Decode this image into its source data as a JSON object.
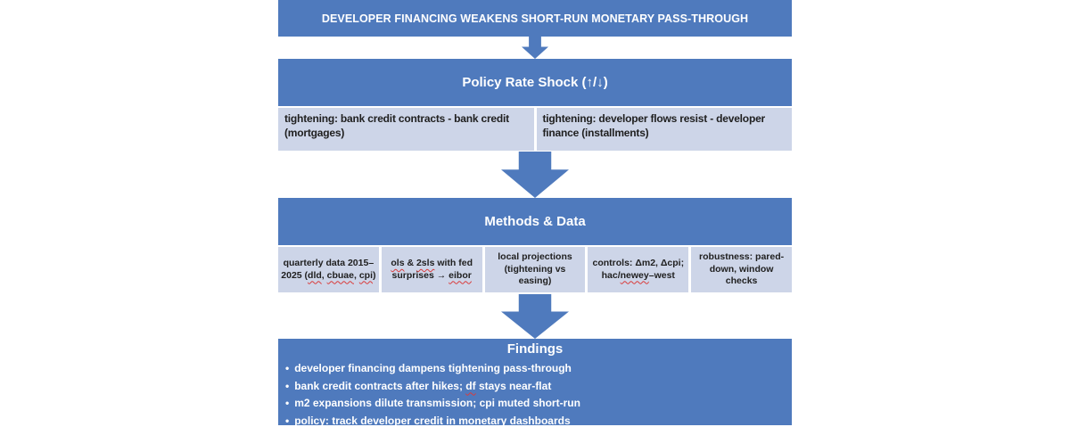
{
  "colors": {
    "blue": "#4f7abd",
    "cell_bg": "#cdd5e8",
    "text_dark": "#202020",
    "squiggle_red": "#d93b3b"
  },
  "title_bar": {
    "label": "DEVELOPER FINANCING WEAKENS SHORT-RUN MONETARY PASS-THROUGH"
  },
  "policy": {
    "header": "Policy Rate Shock (↑/↓)",
    "cells": [
      {
        "segments": [
          {
            "t": "tightening: bank credit contracts - bank credit (mortgages)"
          }
        ]
      },
      {
        "segments": [
          {
            "t": "tightening: developer flows resist - developer finance (installments)"
          }
        ]
      }
    ]
  },
  "methods": {
    "header": "Methods & Data",
    "cells": [
      {
        "segments": [
          {
            "t": "quarterly data 2015–2025 ("
          },
          {
            "t": "dld",
            "s": true
          },
          {
            "t": ", "
          },
          {
            "t": "cbuae",
            "s": true
          },
          {
            "t": ", "
          },
          {
            "t": "cpi",
            "s": true
          },
          {
            "t": ")"
          }
        ]
      },
      {
        "segments": [
          {
            "t": "ols",
            "s": true
          },
          {
            "t": " & "
          },
          {
            "t": "2sls",
            "s": true
          },
          {
            "t": " with fed surprises → "
          },
          {
            "t": "eibor",
            "s": true
          }
        ]
      },
      {
        "segments": [
          {
            "t": "local projections (tightening vs easing)"
          }
        ]
      },
      {
        "segments": [
          {
            "t": "controls: Δm2, Δcpi; hac/"
          },
          {
            "t": "newey",
            "s": true
          },
          {
            "t": "–west"
          }
        ]
      },
      {
        "segments": [
          {
            "t": "robustness: pared-down, window checks"
          }
        ]
      }
    ]
  },
  "findings": {
    "header": "Findings",
    "bullet_char": "•",
    "bullets": [
      {
        "segments": [
          {
            "t": "developer financing dampens tightening pass-through"
          }
        ]
      },
      {
        "segments": [
          {
            "t": "bank credit contracts after hikes; "
          },
          {
            "t": "df",
            "s": true
          },
          {
            "t": " stays near-flat"
          }
        ]
      },
      {
        "segments": [
          {
            "t": "m2 expansions dilute transmission; cpi muted short-run"
          }
        ]
      },
      {
        "segments": [
          {
            "t": "policy: track developer credit in monetary dashboards"
          }
        ]
      }
    ]
  }
}
